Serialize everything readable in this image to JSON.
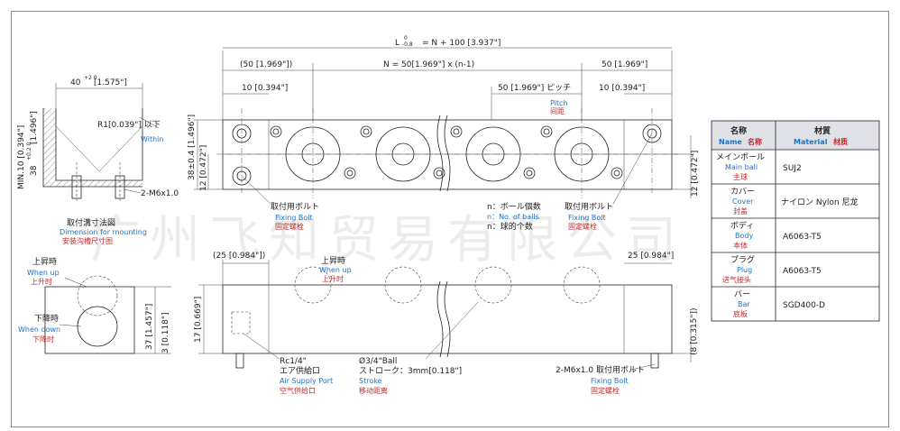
{
  "overall": {
    "length_L": "L",
    "length_tol_top": "0",
    "length_tol_bottom": "-0.8",
    "length_eq": "= N + 100 [3.937\"]",
    "end_pitch": "(50 [1.969\"])",
    "mid_pitch": "N = 50[1.969\"] x (n-1)",
    "end_pitch_right": "50 [1.969\"]",
    "edge_left": "10 [0.394\"]",
    "pitch_label": "50 [1.969\"] ピッチ",
    "pitch_en": "Pitch",
    "pitch_cn": "间距",
    "edge_right": "10 [0.394\"]",
    "height_total": "38±0.4 [1.496\"]",
    "height_left": "12 [0.472\"]",
    "height_right": "12 [0.472\"]"
  },
  "top_view_labels": {
    "bolt_jp": "取付用ボルト",
    "bolt_en": "Fixing Bolt",
    "bolt_cn": "固定螺栓",
    "n_jp": "n：ボール個数",
    "n_en": "n：No. of balls",
    "n_cn": "n：球的个数",
    "bolt2_jp": "取付用ボルト",
    "bolt2_en": "Fixing Bolt",
    "bolt2_cn": "固定螺栓"
  },
  "mounting_view": {
    "width": "40",
    "width_tol": "+2 0",
    "width_in": "[1.575\"]",
    "radius": "R1[0.039\"] 以下",
    "radius_en": "Within",
    "min_depth": "MIN.10 [0.394\"]",
    "depth": "38",
    "depth_tol": "+0.2 0",
    "depth_in": "[1.496\"]",
    "thread": "2-M6x1.0",
    "title_jp": "取付溝寸法図",
    "title_en": "Dimension for mounting",
    "title_cn": "安装沟槽尺寸图"
  },
  "side_small": {
    "up_jp": "上昇時",
    "up_en": "When up",
    "up_cn": "上升时",
    "down_jp": "下降時",
    "down_en": "When down",
    "down_cn": "下降时",
    "h1": "37 [1.457\"]",
    "h2": "3 [0.118\"]"
  },
  "side_view": {
    "left_edge": "(25 [0.984\"])",
    "right_edge": "25 [0.984\"]",
    "up_jp": "上昇時",
    "up_en": "When up",
    "up_cn": "上升时",
    "height": "17 [0.669\"]",
    "height_right": "(8 [0.315\"])",
    "port": "Rc1/4\"",
    "port_jp": "エア供給口",
    "port_en": "Air Supply Port",
    "port_cn": "空气供给口",
    "ball": "Ø3/4\"Ball",
    "stroke_jp": "ストローク：3mm[0.118\"]",
    "stroke_en": "Stroke",
    "stroke_cn": "移动距离",
    "bolt": "2-M6x1.0  取付用ボルト",
    "bolt_en": "Fixing Bolt",
    "bolt_cn": "固定螺栓"
  },
  "materials_table": {
    "header_name_jp": "名称",
    "header_name_en": "Name",
    "header_name_cn": "名称",
    "header_mat_jp": "材質",
    "header_mat_en": "Material",
    "header_mat_cn": "材质",
    "rows": [
      {
        "jp": "メインボール",
        "en": "Main ball",
        "cn": "主球",
        "mat": "SUJ2"
      },
      {
        "jp": "カバー",
        "en": "Cover",
        "cn": "封盖",
        "mat": "ナイロン Nylon 尼龙"
      },
      {
        "jp": "ボディ",
        "en": "Body",
        "cn": "本体",
        "mat": "A6063-T5"
      },
      {
        "jp": "プラグ",
        "en": "Plug",
        "cn": "进气接头",
        "mat": "A6063-T5"
      },
      {
        "jp": "バー",
        "en": "Bar",
        "cn": "底板",
        "mat": "SGD400-D"
      }
    ]
  },
  "watermark": "广州飞知贸易有限公司",
  "colors": {
    "blue": "#1e73c8",
    "red": "#c0282c",
    "header_bg": "#dfe1e6"
  }
}
